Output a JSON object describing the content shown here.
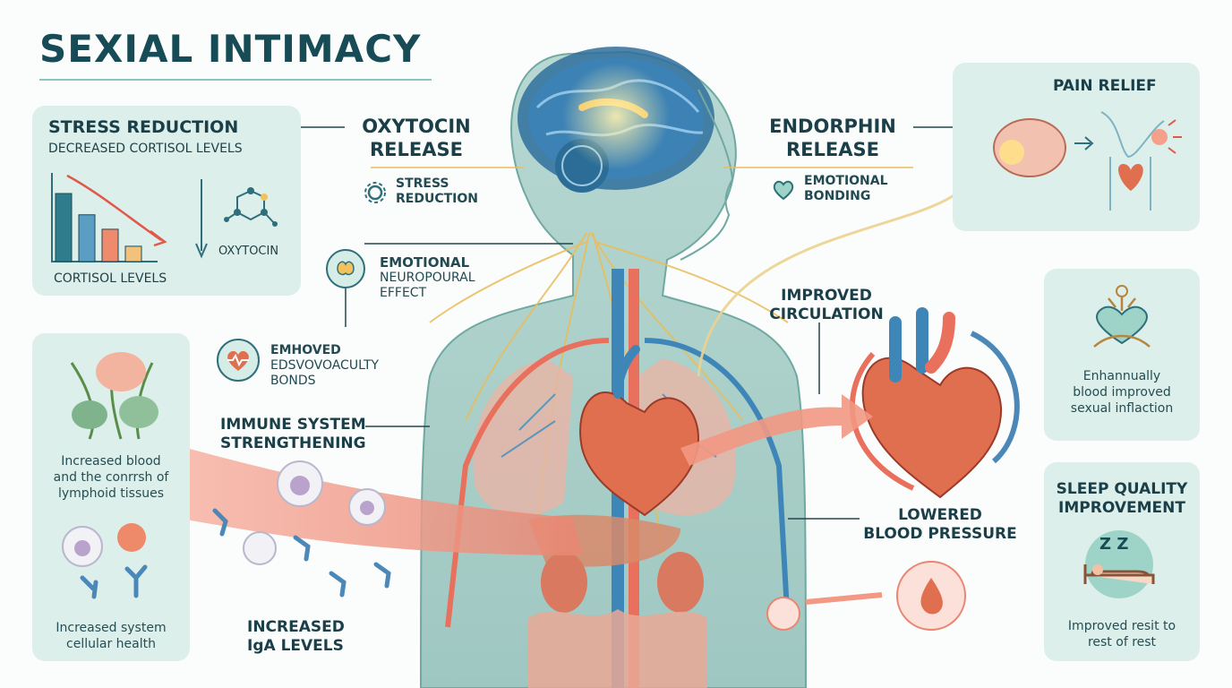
{
  "title": "SEXIAL INTIMACY",
  "stress_panel": {
    "heading": "STRESS REDUCTION",
    "subheading": "DECREASED CORTISOL LEVELS",
    "chart_label": "CORTISOL LEVELS",
    "molecule_label": "OXYTOCIN"
  },
  "oxytocin": {
    "line1": "OXYTOCIN",
    "line2": "RELEASE",
    "sub1": "STRESS",
    "sub2": "REDUCTION"
  },
  "endorphin": {
    "line1": "ENDORPHIN",
    "line2": "RELEASE",
    "sub1": "EMOTIONAL",
    "sub2": "BONDING"
  },
  "pain_panel": {
    "heading": "PAIN RELIEF"
  },
  "emotional_effect": {
    "line1": "EMOTIONAL",
    "line2": "NEUROPOURAL",
    "line3": "EFFECT"
  },
  "enhanced_bonds": {
    "line1": "EMHOVED",
    "line2": "EDSVOVOACULTY",
    "line3": "BONDS"
  },
  "immune": {
    "line1": "IMMUNE SYSTEM",
    "line2": "STRENGTHENING"
  },
  "lymph_panel": {
    "text1": "Increased blood",
    "text2": "and the conrrsh of",
    "text3": "lymphoid tissues",
    "text4": "Increased system",
    "text5": "cellular health"
  },
  "iga": {
    "line1": "INCREASED",
    "line2": "IgA LEVELS"
  },
  "circulation": {
    "line1": "IMPROVED",
    "line2": "CIRCULATION"
  },
  "blood_pressure": {
    "line1": "LOWERED",
    "line2": "BLOOD PRESSURE"
  },
  "sexual_panel": {
    "text1": "Enhannually",
    "text2": "blood improved",
    "text3": "sexual inflaction"
  },
  "sleep_panel": {
    "heading1": "SLEEP QUALITY",
    "heading2": "IMPROVEMENT",
    "zz": "Z Z",
    "text1": "Improved resit to",
    "text2": "rest of rest"
  },
  "colors": {
    "panel": "#dcefeb",
    "title": "#174b55",
    "body": "#a9cdc8",
    "artery": "#e8705d",
    "vein": "#3f86b8",
    "nerve": "#e9bd5a",
    "heart": "#e06f4f",
    "chart_bars": [
      "#2f7d8c",
      "#5b9ec4",
      "#ef8a6c",
      "#f3c27a"
    ]
  },
  "chart_data": {
    "type": "bar",
    "categories": [
      "",
      "",
      "",
      ""
    ],
    "values": [
      80,
      55,
      38,
      18
    ],
    "ylim": [
      0,
      100
    ],
    "xlabel": "CORTISOL LEVELS",
    "ylabel": "",
    "title": "",
    "grid": false
  }
}
